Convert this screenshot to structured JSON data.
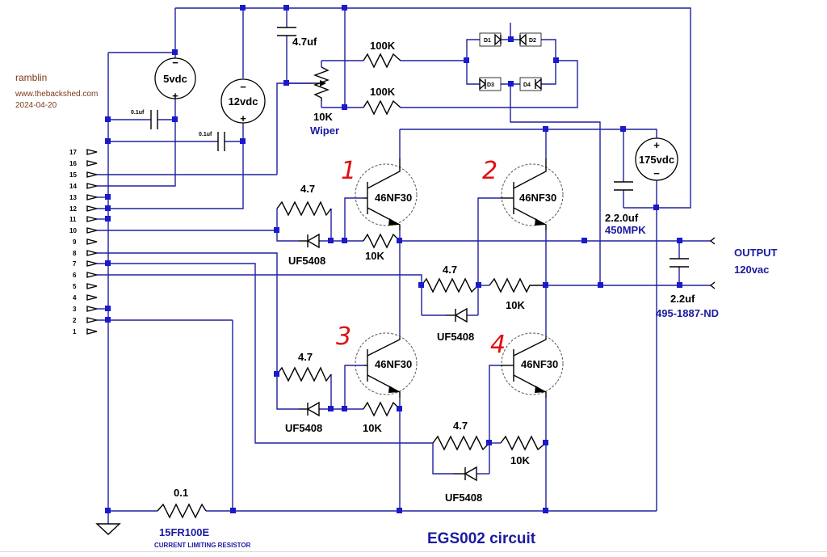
{
  "meta": {
    "author": "ramblin",
    "site": "www.thebackshed.com",
    "date": "2024-04-20"
  },
  "title": "EGS002 circuit",
  "connector_pins": [
    "17",
    "16",
    "15",
    "14",
    "13",
    "12",
    "11",
    "10",
    "9",
    "8",
    "7",
    "6",
    "5",
    "4",
    "3",
    "2",
    "1"
  ],
  "sources": {
    "v5": "5vdc",
    "v12": "12vdc",
    "v175": "175vdc"
  },
  "capacitors": {
    "c_top": "4.7uf",
    "c_01a": "0.1uf",
    "c_01b": "0.1uf",
    "c_bus": "2.2.0uf",
    "c_bus_part": "450MPK",
    "c_out": "2.2uf",
    "c_out_part": "495-1887-ND"
  },
  "resistors": {
    "r100k_a": "100K",
    "r100k_b": "100K",
    "pot": "10K",
    "pot_note": "Wiper",
    "gate_1": "4.7",
    "pd_1": "10K",
    "gate_2": "4.7",
    "pd_2": "10K",
    "gate_3": "4.7",
    "pd_3": "10K",
    "gate_4": "4.7",
    "pd_4": "10K",
    "shunt": "0.1",
    "shunt_part": "15FR100E",
    "shunt_note": "CURRENT   LIMITING   RESISTOR"
  },
  "bridge": {
    "d1": "D1",
    "d2": "D2",
    "d3": "D3",
    "d4": "D4"
  },
  "diodes": {
    "d_1": "UF5408",
    "d_2": "UF5408",
    "d_3": "UF5408",
    "d_4": "UF5408"
  },
  "transistors": {
    "q1": "46NF30",
    "q2": "46NF30",
    "q3": "46NF30",
    "q4": "46NF30"
  },
  "handwritten": {
    "n1": "1",
    "n2": "2",
    "n3": "3",
    "n4": "4"
  },
  "output": {
    "label": "OUTPUT",
    "voltage": "120vac"
  }
}
